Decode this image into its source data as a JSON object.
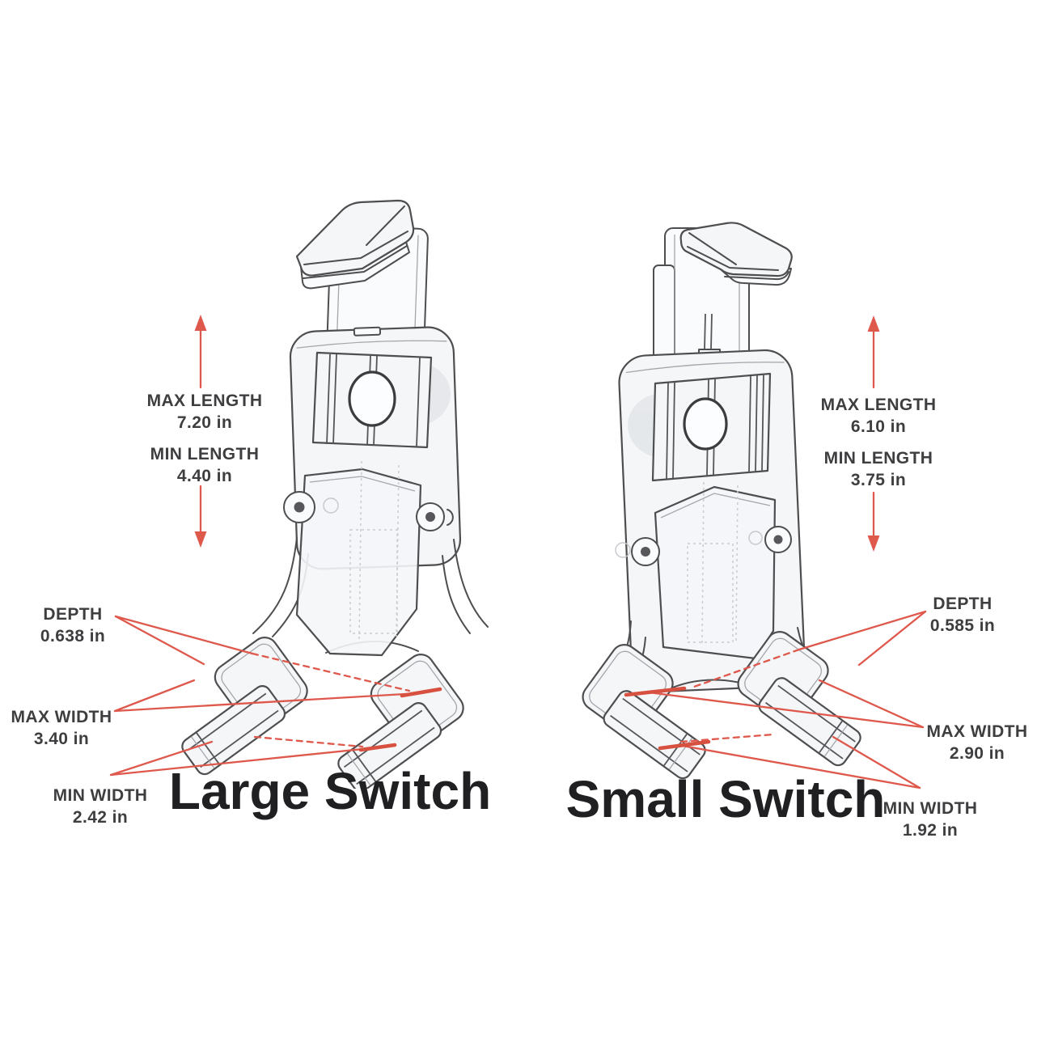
{
  "colors": {
    "background": "#ffffff",
    "annotation_red": "#df584c",
    "line_art": "#4e4e50",
    "label_text": "#3e3e40",
    "title_text": "#202022"
  },
  "products": {
    "large": {
      "title": "Large Switch",
      "max_length": {
        "label": "MAX LENGTH",
        "value": "7.20 in"
      },
      "min_length": {
        "label": "MIN LENGTH",
        "value": "4.40 in"
      },
      "depth": {
        "label": "DEPTH",
        "value": "0.638 in"
      },
      "max_width": {
        "label": "MAX WIDTH",
        "value": "3.40 in"
      },
      "min_width": {
        "label": "MIN WIDTH",
        "value": "2.42 in"
      }
    },
    "small": {
      "title": "Small Switch",
      "max_length": {
        "label": "MAX LENGTH",
        "value": "6.10 in"
      },
      "min_length": {
        "label": "MIN LENGTH",
        "value": "3.75 in"
      },
      "depth": {
        "label": "DEPTH",
        "value": "0.585 in"
      },
      "max_width": {
        "label": "MAX WIDTH",
        "value": "2.90 in"
      },
      "min_width": {
        "label": "MIN WIDTH",
        "value": "1.92 in"
      }
    }
  }
}
